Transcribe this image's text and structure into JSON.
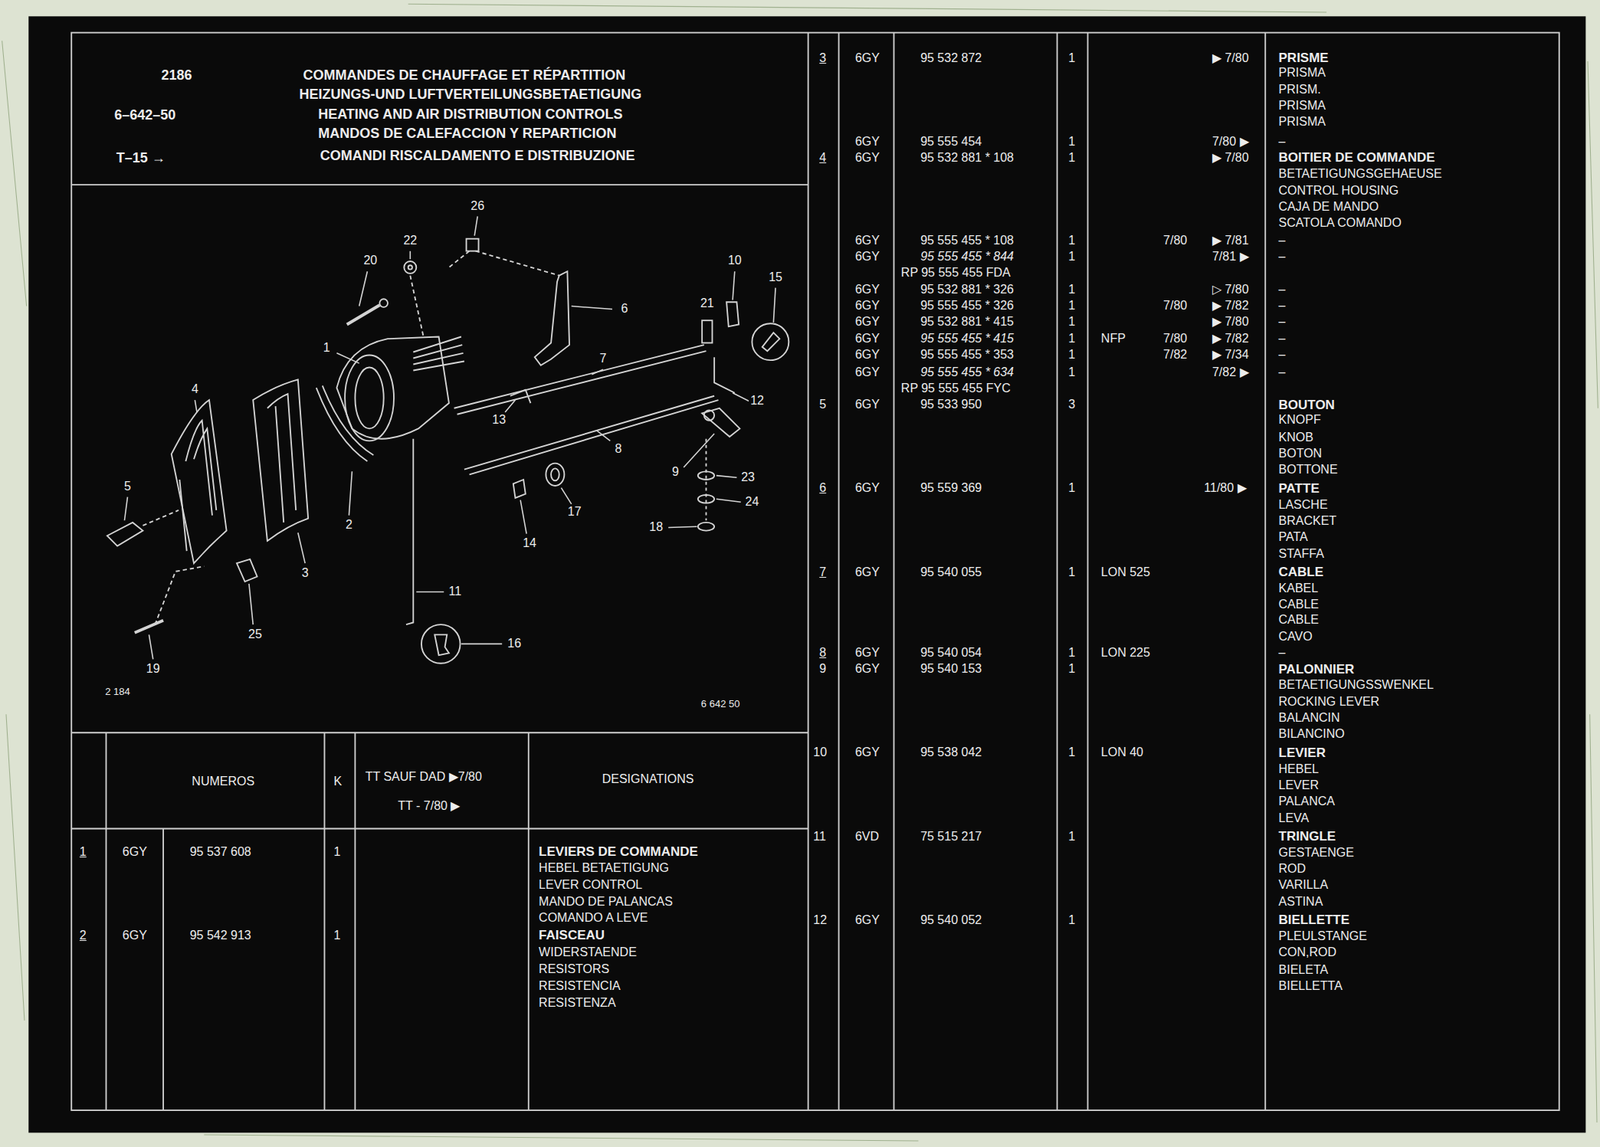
{
  "diagram": {
    "title": "COMMANDES DE CHAUFFAGE ET RÉPARTITION",
    "labels": [
      "2186",
      "6–642–50",
      "T–15 →",
      "HEIZUNGS-UND LUFTVERTEILUNGSBETAETIGUNG",
      "HEATING AND AIR DISTRIBUTION CONTROLS",
      "MANDOS DE CALEFACCION Y REPARTICION",
      "COMANDI RISCALDAMENTO E DISTRIBUZIONE",
      "26",
      "22",
      "20",
      "10",
      "15",
      "6",
      "21",
      "1",
      "7",
      "4",
      "12",
      "13",
      "8",
      "9",
      "23",
      "24",
      "5",
      "17",
      "18",
      "2",
      "14",
      "3",
      "11",
      "25",
      "16",
      "19",
      "2 184",
      "6 642 50",
      "NUMEROS",
      "K",
      "TT SAUF DAD ▶7/80",
      "TT - 7/80 ▶",
      "DESIGNATIONS",
      "1",
      "6GY",
      "95 537 608",
      "1",
      "LEVIERS DE COMMANDE",
      "HEBEL BETAETIGUNG",
      "LEVER CONTROL",
      "MANDO DE PALANCAS",
      "COMANDO A LEVE",
      "2",
      "6GY",
      "95 542 913",
      "1",
      "FAISCEAU",
      "WIDERSTAENDE",
      "RESISTORS",
      "RESISTENCIA",
      "RESISTENZA",
      "3",
      "6GY",
      "95 532 872",
      "1",
      "▶ 7/80",
      "PRISME",
      "PRISMA",
      "PRISM.",
      "PRISMA",
      "PRISMA",
      "6GY",
      "95 555 454",
      "1",
      "7/80 ▶",
      "–",
      "4",
      "6GY",
      "95 532 881 * 108",
      "1",
      "▶ 7/80",
      "BOITIER DE COMMANDE",
      "BETAETIGUNGSGEHAEUSE",
      "CONTROL HOUSING",
      "CAJA DE MANDO",
      "SCATOLA COMANDO",
      "6GY",
      "95 555 455 * 108",
      "1",
      "7/80",
      "▶ 7/81",
      "–",
      "6GY",
      "95 555 455 * 844",
      "1",
      "7/81 ▶",
      "–",
      "RP 95 555 455 FDA",
      "6GY",
      "95 532 881 * 326",
      "1",
      "▷ 7/80",
      "–",
      "6GY",
      "95 555 455 * 326",
      "1",
      "7/80",
      "▶ 7/82",
      "–",
      "6GY",
      "95 532 881 * 415",
      "1",
      "▶ 7/80",
      "–",
      "6GY",
      "95 555 455 * 415",
      "1",
      "NFP",
      "7/80",
      "▶ 7/82",
      "–",
      "6GY",
      "95 555 455 * 353",
      "1",
      "7/82",
      "▶ 7/34",
      "–",
      "6GY",
      "95 555 455 * 634",
      "1",
      "7/82 ▶",
      "–",
      "RP 95 555 455 FYC",
      "5",
      "6GY",
      "95 533 950",
      "3",
      "BOUTON",
      "KNOPF",
      "KNOB",
      "BOTON",
      "BOTTONE",
      "6",
      "6GY",
      "95 559 369",
      "1",
      "11/80 ▶",
      "PATTE",
      "LASCHE",
      "BRACKET",
      "PATA",
      "STAFFA",
      "7",
      "6GY",
      "95 540 055",
      "1",
      "LON 525",
      "CABLE",
      "KABEL",
      "CABLE",
      "CABLE",
      "CAVO",
      "8",
      "6GY",
      "95 540 054",
      "1",
      "LON 225",
      "–",
      "9",
      "6GY",
      "95 540 153",
      "1",
      "PALONNIER",
      "BETAETIGUNGSSWENKEL",
      "ROCKING LEVER",
      "BALANCIN",
      "BILANCINO",
      "10",
      "6GY",
      "95 538 042",
      "1",
      "LON 40",
      "LEVIER",
      "HEBEL",
      "LEVER",
      "PALANCA",
      "LEVA",
      "11",
      "6VD",
      "75 515 217",
      "1",
      "TRINGLE",
      "GESTAENGE",
      "ROD",
      "VARILLA",
      "ASTINA",
      "12",
      "6GY",
      "95 540 052",
      "1",
      "BIELLETTE",
      "PLEULSTANGE",
      "CON,ROD",
      "BIELETA",
      "BIELLETTA"
    ]
  }
}
